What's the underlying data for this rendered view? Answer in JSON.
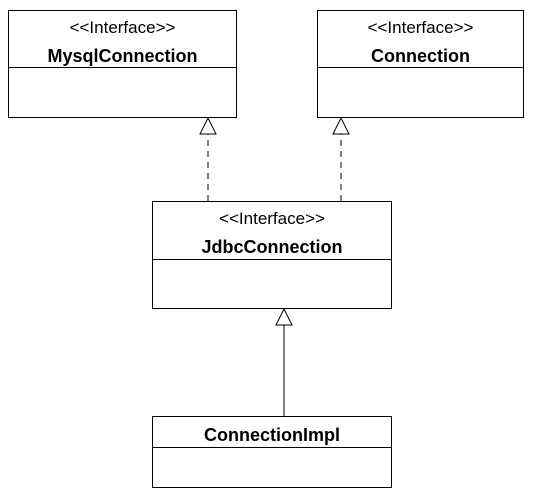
{
  "diagram": {
    "classes": [
      {
        "id": "mysql",
        "stereotype": "<<Interface>>",
        "name": "MysqlConnection"
      },
      {
        "id": "conn",
        "stereotype": "<<Interface>>",
        "name": "Connection"
      },
      {
        "id": "jdbc",
        "stereotype": "<<Interface>>",
        "name": "JdbcConnection"
      },
      {
        "id": "impl",
        "stereotype": "",
        "name": "ConnectionImpl"
      }
    ],
    "relations": [
      {
        "from": "jdbc",
        "to": "mysql",
        "kind": "realization"
      },
      {
        "from": "jdbc",
        "to": "conn",
        "kind": "realization"
      },
      {
        "from": "impl",
        "to": "jdbc",
        "kind": "generalization"
      }
    ]
  }
}
